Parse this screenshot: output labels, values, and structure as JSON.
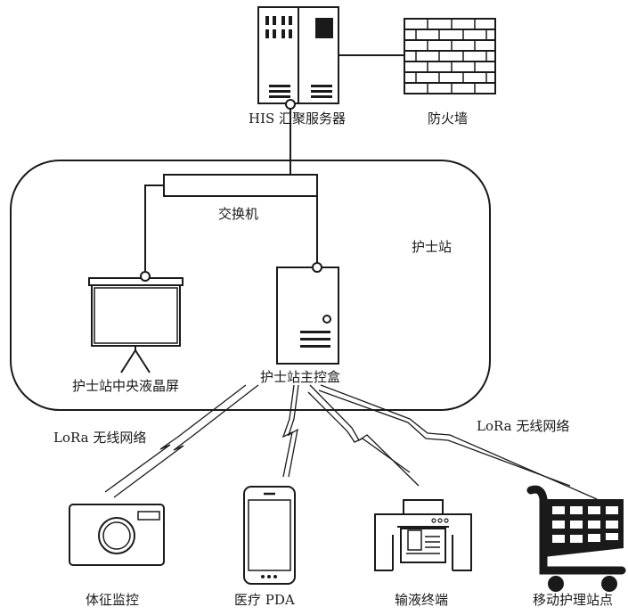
{
  "diagram": {
    "nodes": {
      "server": "HIS 汇聚服务器",
      "firewall": "防火墙",
      "switch": "交换机",
      "nurse_station": "护士站",
      "central_screen": "护士站中央液晶屏",
      "main_box": "护士站主控盒",
      "vital_monitor": "体征监控",
      "pda": "医疗 PDA",
      "infusion": "输液终端",
      "mobile_cart": "移动护理站点"
    },
    "wireless_labels": {
      "left": "LoRa 无线网络",
      "right": "LoRa 无线网络"
    },
    "edges": [
      {
        "from": "server",
        "to": "firewall",
        "type": "wired"
      },
      {
        "from": "server",
        "to": "switch",
        "type": "wired"
      },
      {
        "from": "switch",
        "to": "central_screen",
        "type": "wired"
      },
      {
        "from": "switch",
        "to": "main_box",
        "type": "wired"
      },
      {
        "from": "main_box",
        "to": "vital_monitor",
        "type": "wireless"
      },
      {
        "from": "main_box",
        "to": "pda",
        "type": "wireless"
      },
      {
        "from": "main_box",
        "to": "infusion",
        "type": "wireless"
      },
      {
        "from": "main_box",
        "to": "mobile_cart",
        "type": "wireless"
      }
    ],
    "colors": {
      "stroke": "#1a1a1a",
      "background": "#ffffff"
    }
  }
}
